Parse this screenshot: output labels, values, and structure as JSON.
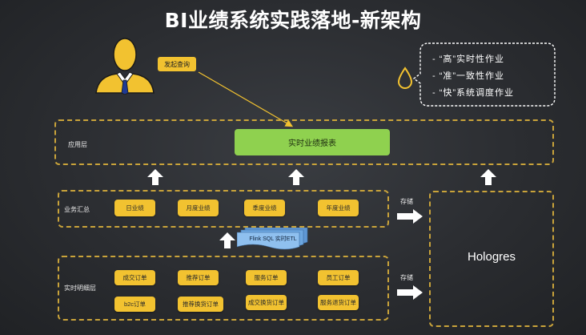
{
  "title": "BI业绩系统实践落地-新架构",
  "query_button": "发起查询",
  "bubble": {
    "items": [
      "- “高”实时性作业",
      "- “准”一致性作业",
      "- “快”系统调度作业"
    ]
  },
  "app_layer": {
    "label": "应用层",
    "report": "实时业绩报表"
  },
  "summary_layer": {
    "label": "业务汇总",
    "items": [
      "日业绩",
      "月度业绩",
      "季度业绩",
      "年度业绩"
    ]
  },
  "etl": "Flink SQL 实时ETL",
  "detail_layer": {
    "label": "实时明细层",
    "row1": [
      "成交订单",
      "推荐订单",
      "服务订单",
      "员工订单"
    ],
    "row2": [
      "b2c订单",
      "推荐换货订单",
      "成交换货订单",
      "服务退货订单"
    ]
  },
  "store_label_1": "存储",
  "store_label_2": "存储",
  "hologres": "Hologres",
  "colors": {
    "dashed_border": "#c9a33a",
    "yellow_box": "#f2c230",
    "report_green": "#8fd14f",
    "etl_blue": "#7fb6ea",
    "arrow_white": "#ffffff"
  }
}
